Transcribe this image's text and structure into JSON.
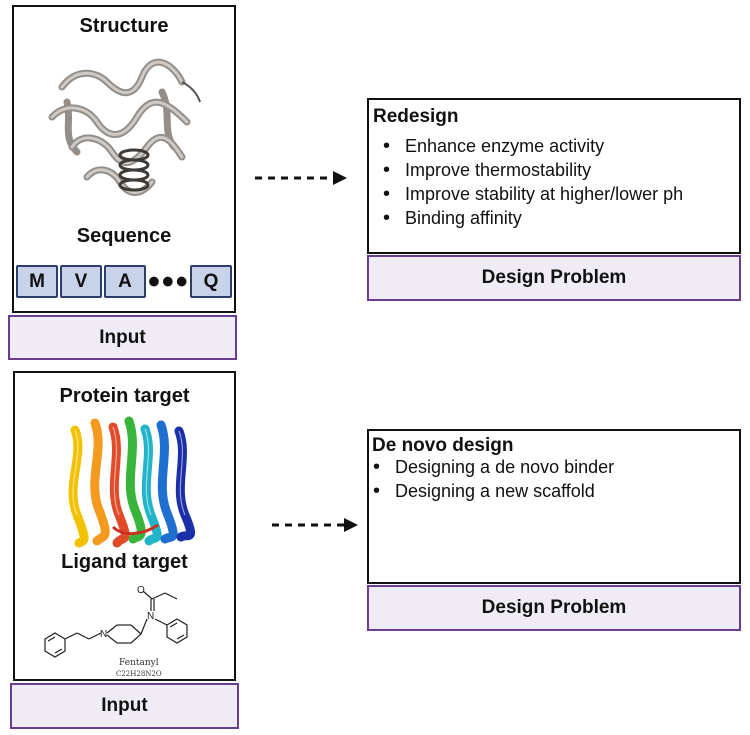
{
  "top": {
    "input_box": {
      "structure_heading": "Structure",
      "sequence_heading": "Sequence",
      "sequence": [
        "M",
        "V",
        "A",
        "Q"
      ],
      "ellipsis": "•••"
    },
    "input_label": "Input",
    "panel": {
      "title": "Redesign",
      "items": [
        "Enhance enzyme activity",
        "Improve thermostability",
        "Improve stability at higher/lower ph",
        "Binding affinity"
      ]
    },
    "panel_label": "Design Problem"
  },
  "bottom": {
    "input_box": {
      "protein_heading": "Protein target",
      "ligand_heading": "Ligand target",
      "molecule_name": "Fentanyl",
      "molecule_formula": "C22H28N2O",
      "molecule_atoms": [
        "O",
        "N",
        "N"
      ]
    },
    "input_label": "Input",
    "panel": {
      "title": "De novo design",
      "items": [
        "Designing a de novo binder",
        "Designing a new scaffold"
      ]
    },
    "panel_label": "Design Problem"
  },
  "colors": {
    "tab_border": "#6a3d8f",
    "tab_fill": "#f0ecf6",
    "sequence_fill": "#c8d2e8",
    "sequence_border": "#2c3e6b",
    "protein_ribbon": "#a8a29c"
  },
  "icons": [
    "protein-structure-ribbon-icon",
    "membrane-protein-helices-icon",
    "fentanyl-molecule-icon",
    "dashed-arrow-icon"
  ]
}
